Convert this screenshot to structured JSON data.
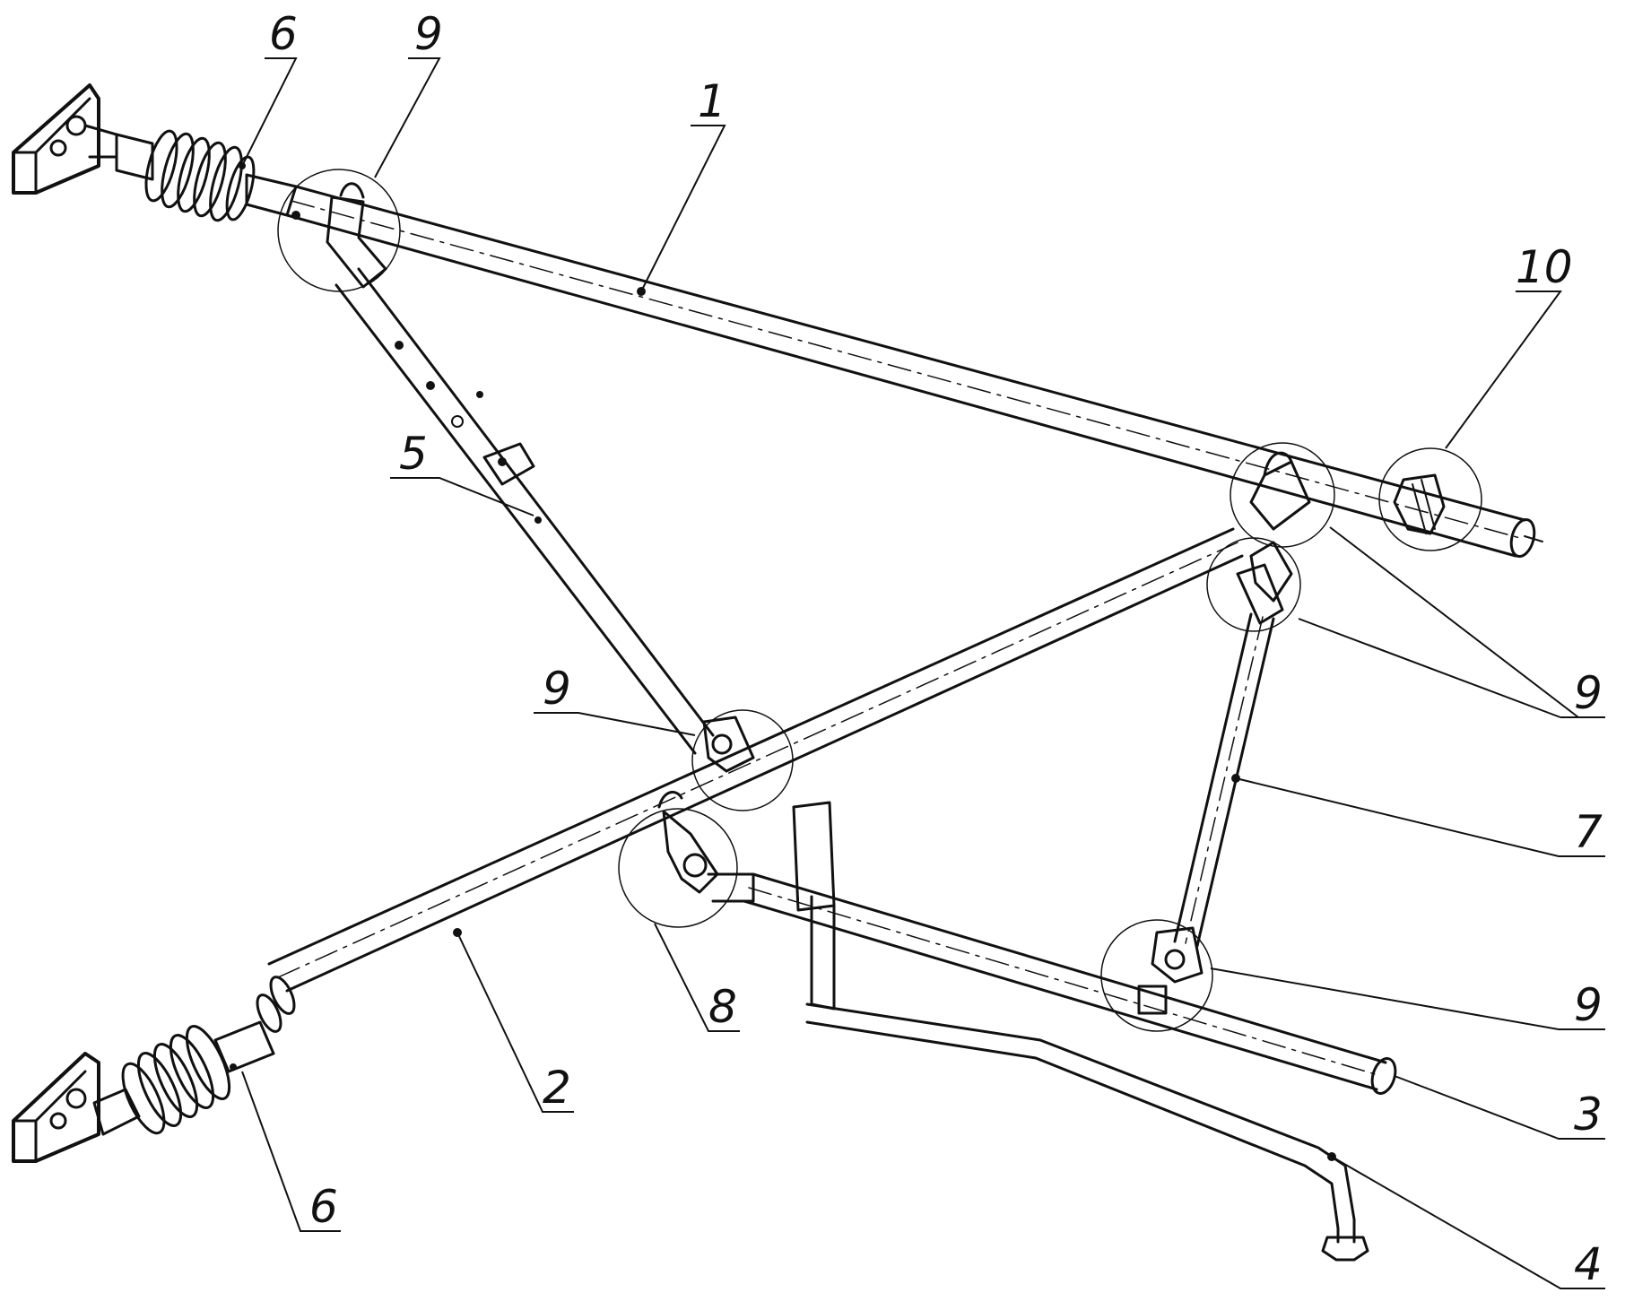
{
  "callouts": [
    {
      "id": "c6a",
      "label": "6"
    },
    {
      "id": "c9a",
      "label": "9"
    },
    {
      "id": "c1",
      "label": "1"
    },
    {
      "id": "c10",
      "label": "10"
    },
    {
      "id": "c5",
      "label": "5"
    },
    {
      "id": "c9b",
      "label": "9"
    },
    {
      "id": "c9c",
      "label": "9"
    },
    {
      "id": "c7",
      "label": "7"
    },
    {
      "id": "c9d",
      "label": "9"
    },
    {
      "id": "c8",
      "label": "8"
    },
    {
      "id": "c2",
      "label": "2"
    },
    {
      "id": "c3",
      "label": "3"
    },
    {
      "id": "c6b",
      "label": "6"
    },
    {
      "id": "c4",
      "label": "4"
    }
  ]
}
